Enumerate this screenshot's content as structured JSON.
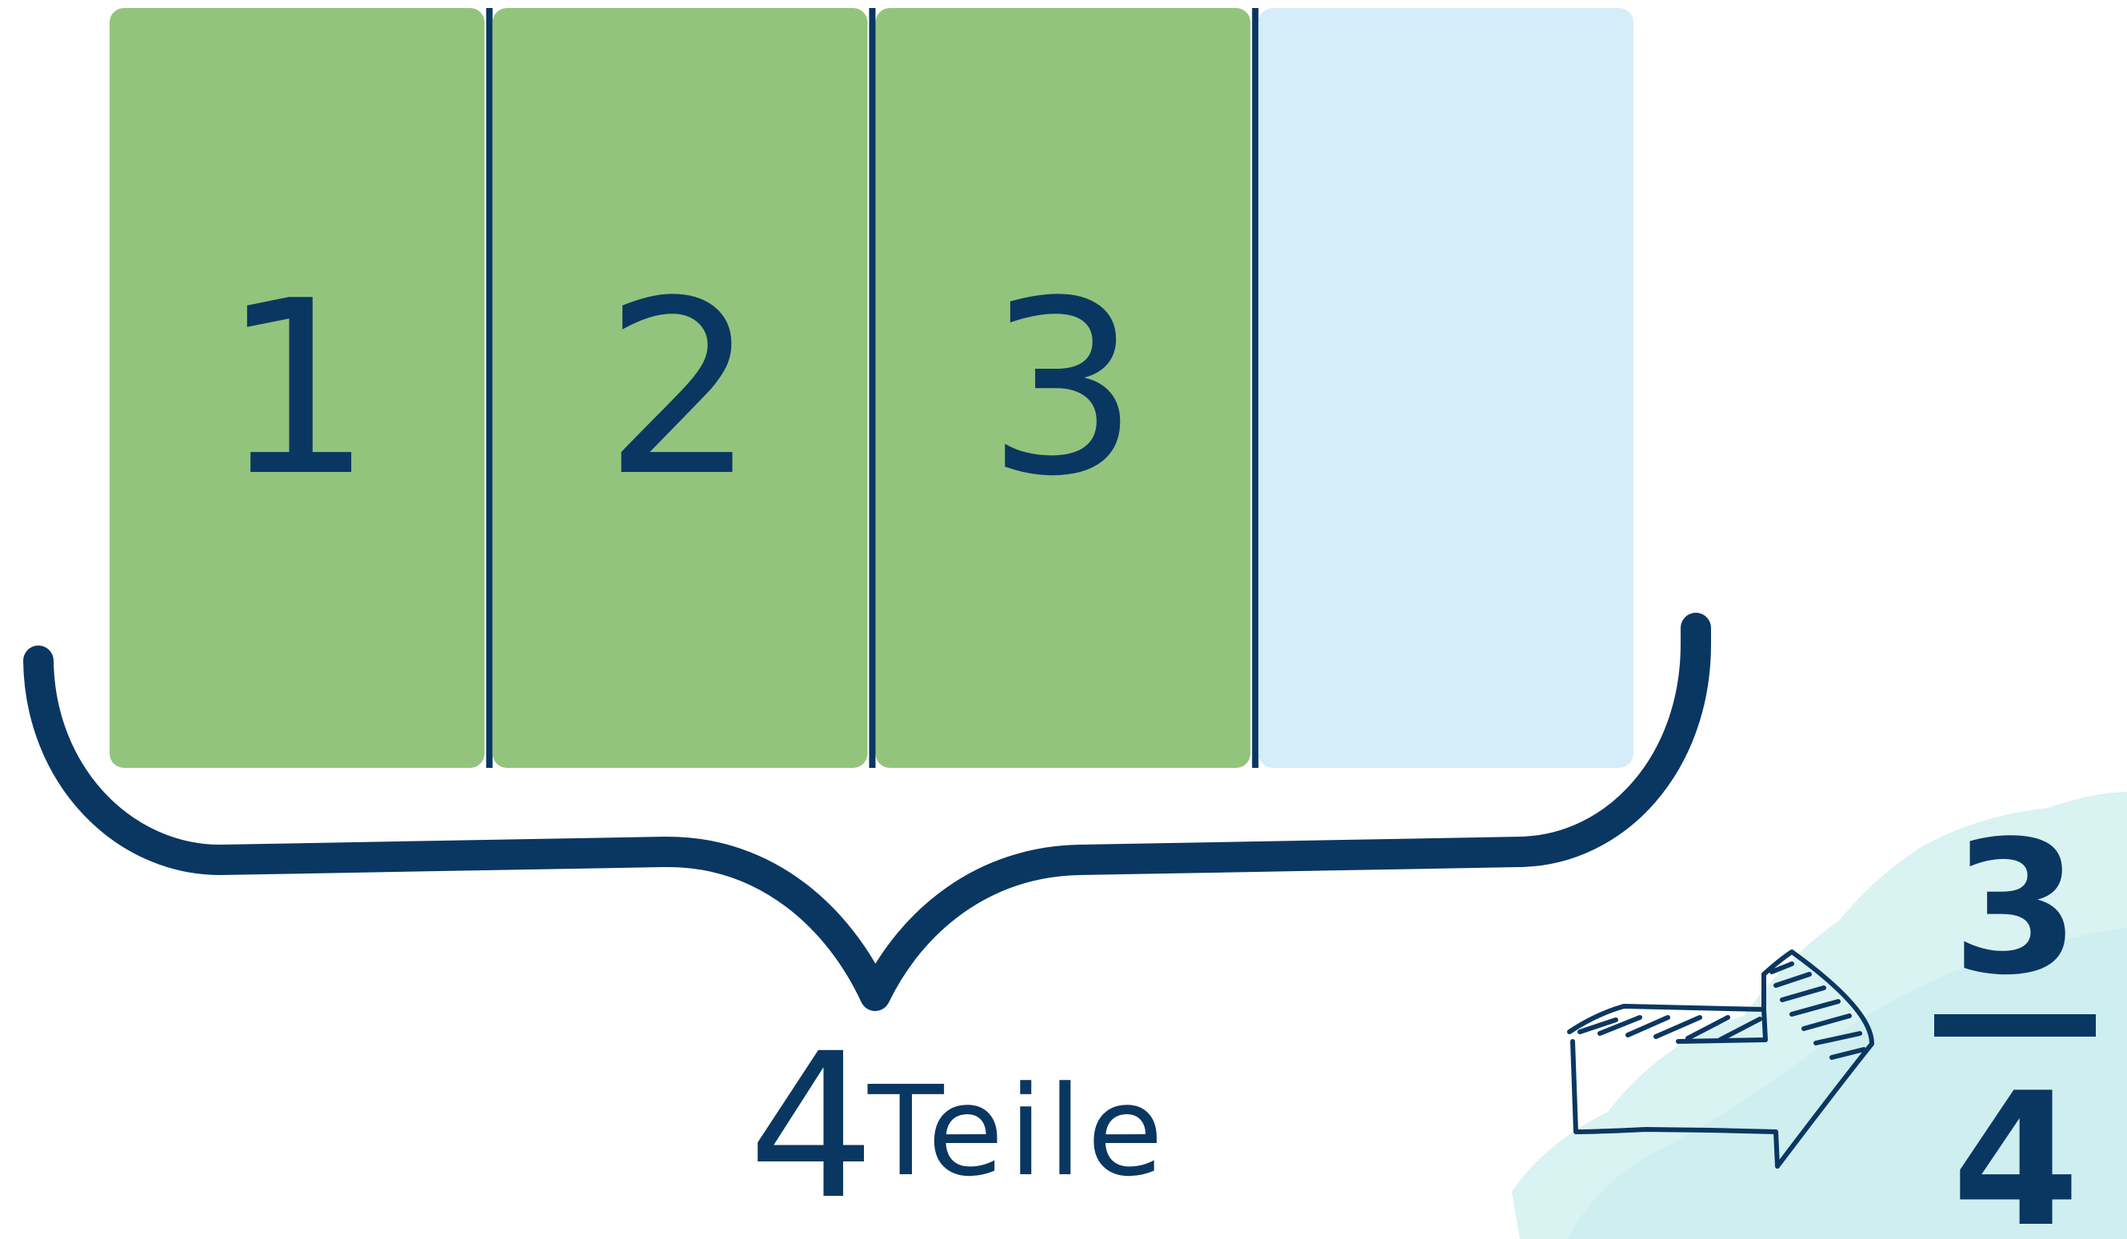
{
  "bar": {
    "total_parts": 4,
    "filled_parts": 3,
    "part_labels": [
      "1",
      "2",
      "3",
      ""
    ],
    "filled_color": "#93c47d",
    "empty_color": "#d5edf8",
    "divider_color": "#0a3761"
  },
  "caption": {
    "count": "4",
    "word": "Teile"
  },
  "fraction": {
    "numerator": "3",
    "denominator": "4"
  },
  "colors": {
    "ink": "#0a3761",
    "wash": "#cfeff0"
  },
  "icons": {
    "brace": "curly-brace-icon",
    "arrow": "hand-drawn-arrow-icon"
  }
}
